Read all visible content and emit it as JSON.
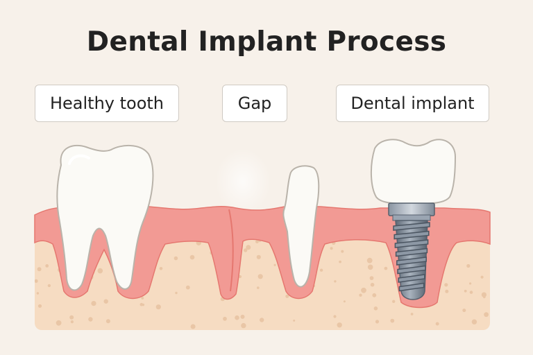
{
  "title": "Dental Implant Process",
  "labels": {
    "healthy": "Healthy tooth",
    "gap": "Gap",
    "implant": "Dental implant"
  },
  "colors": {
    "background": "#f7f1ea",
    "gum": "#f29a94",
    "gum_dark": "#e5776f",
    "bone": "#f6dcc2",
    "bone_dot": "#e9c6a6",
    "tooth": "#fbfaf6",
    "tooth_outline": "#b9b3aa",
    "screw": "#7b8796",
    "screw_dark": "#55606d"
  },
  "icons": [
    "healthy-tooth-icon",
    "narrow-tooth-icon",
    "implant-crown-icon",
    "implant-abutment-icon",
    "implant-screw-icon"
  ]
}
